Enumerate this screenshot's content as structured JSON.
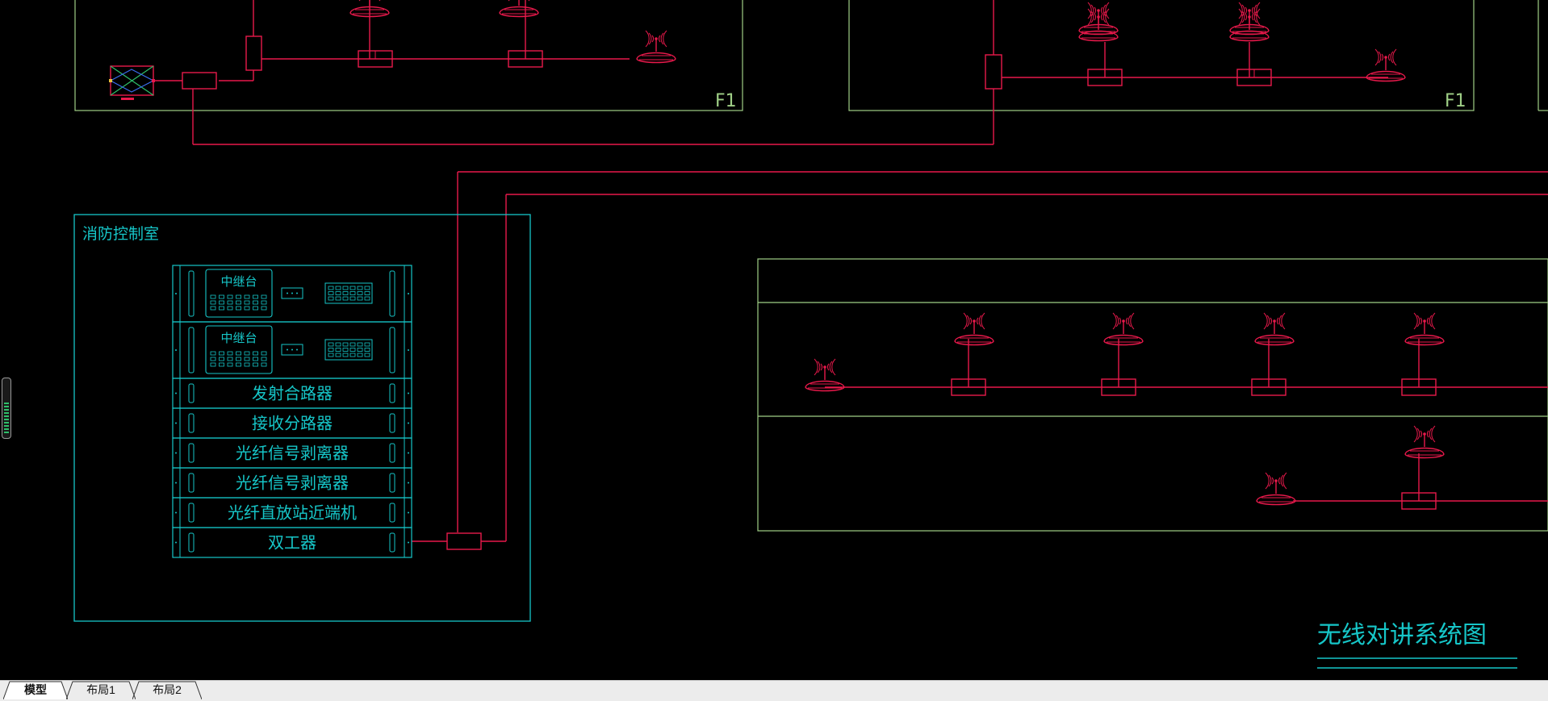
{
  "drawing": {
    "floor_label": "F1",
    "room_label": "消防控制室",
    "title": "无线对讲系统图",
    "rack": [
      {
        "label": "中继台",
        "kind": "repeater"
      },
      {
        "label": "中继台",
        "kind": "repeater"
      },
      {
        "label": "发射合路器",
        "kind": "unit"
      },
      {
        "label": "接收分路器",
        "kind": "unit"
      },
      {
        "label": "光纤信号剥离器",
        "kind": "unit"
      },
      {
        "label": "光纤信号剥离器",
        "kind": "unit"
      },
      {
        "label": "光纤直放站近端机",
        "kind": "unit"
      },
      {
        "label": "双工器",
        "kind": "unit"
      }
    ]
  },
  "colors": {
    "signal_line": "#e8194b",
    "equipment": "#16c6c8",
    "frame": "#9fcf86"
  },
  "tabs": [
    {
      "label": "模型",
      "active": true
    },
    {
      "label": "布局1",
      "active": false
    },
    {
      "label": "布局2",
      "active": false
    }
  ]
}
